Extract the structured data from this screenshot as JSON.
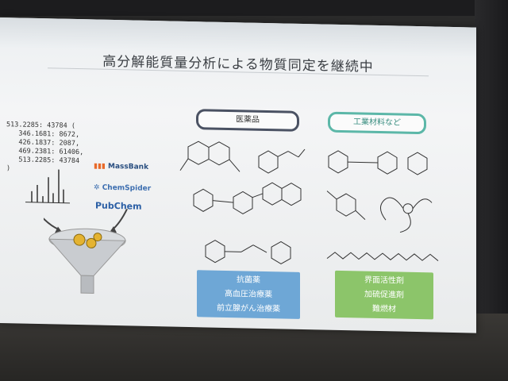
{
  "slide": {
    "title": "高分解能質量分析による物質同定を継続中"
  },
  "mass_list": {
    "text": "513.2285: 43784 (\n   346.1681: 8672,\n   426.1837: 2087,\n   469.2381: 61406,\n   513.2285: 43784\n)"
  },
  "databases": {
    "massbank": "MassBank",
    "chemspider": "ChemSpider",
    "pubchem": "PubChem"
  },
  "categories": {
    "pharma": {
      "label": "医薬品",
      "uses": [
        "抗菌薬",
        "高血圧治療薬",
        "前立腺がん治療薬"
      ]
    },
    "industrial": {
      "label": "工業材料など",
      "uses": [
        "界面活性剤",
        "加硫促進剤",
        "難燃材"
      ]
    }
  },
  "colors": {
    "pharma_border": "#4b5263",
    "industrial_border": "#5cb7a8",
    "pharma_box": "#6ea7d6",
    "industrial_box": "#8cc56a"
  }
}
